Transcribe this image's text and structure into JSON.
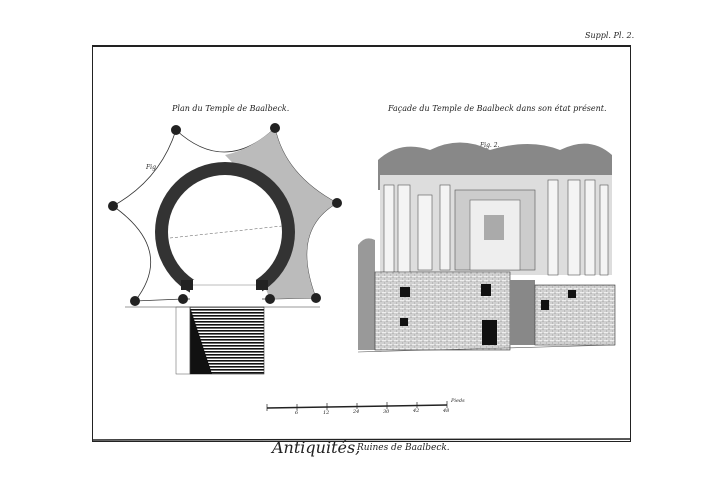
{
  "plate_number": "Suppl. Pl. 2.",
  "figure1": {
    "title": "Plan du Temple de Baalbeck.",
    "label": "Fig. 1."
  },
  "figure2": {
    "title": "Façade du Temple de Baalbeck dans son état présent.",
    "label": "Fig. 2."
  },
  "scale": {
    "unit_label": "Pieds",
    "ticks": [
      "6",
      "12",
      "24",
      "30",
      "42",
      "48"
    ]
  },
  "caption": {
    "main": "Antiquités,",
    "sub": "Ruines de Baalbeck."
  }
}
